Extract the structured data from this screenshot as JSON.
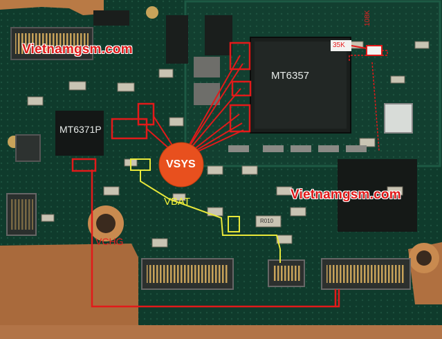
{
  "watermarks": [
    "Vietnamgsm.com",
    "Vietnamgsm.com"
  ],
  "chips": {
    "pmic": "MT6357",
    "charger": "MT6371P"
  },
  "rails": {
    "vsys": "VSYS",
    "vbat": "VBAT",
    "vchg": "VCHG"
  },
  "resistors": {
    "r1": "35K",
    "r2": "108K"
  },
  "component_marking": "R010",
  "colors": {
    "board": "#0f3b2c",
    "highlight_red": "#e01818",
    "vsys_dot": "#e8501e",
    "vbat_line": "#e8e83a",
    "copper": "#b0713f"
  }
}
